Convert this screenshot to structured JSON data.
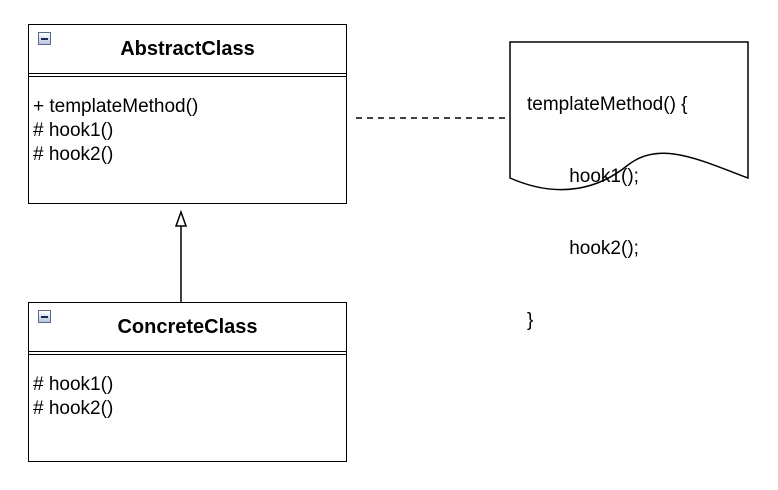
{
  "abstract_class": {
    "name": "AbstractClass",
    "operations": [
      "+ templateMethod()",
      "# hook1()",
      "# hook2()"
    ]
  },
  "concrete_class": {
    "name": "ConcreteClass",
    "operations": [
      "# hook1()",
      "# hook2()"
    ]
  },
  "note": {
    "lines": [
      "templateMethod() {",
      "        hook1();",
      "        hook2();",
      "}"
    ]
  },
  "colors": {
    "line": "#000000",
    "background": "#ffffff",
    "icon_fill": "#b9c4dc"
  },
  "icons": [
    "collapse-icon",
    "collapse-icon"
  ]
}
